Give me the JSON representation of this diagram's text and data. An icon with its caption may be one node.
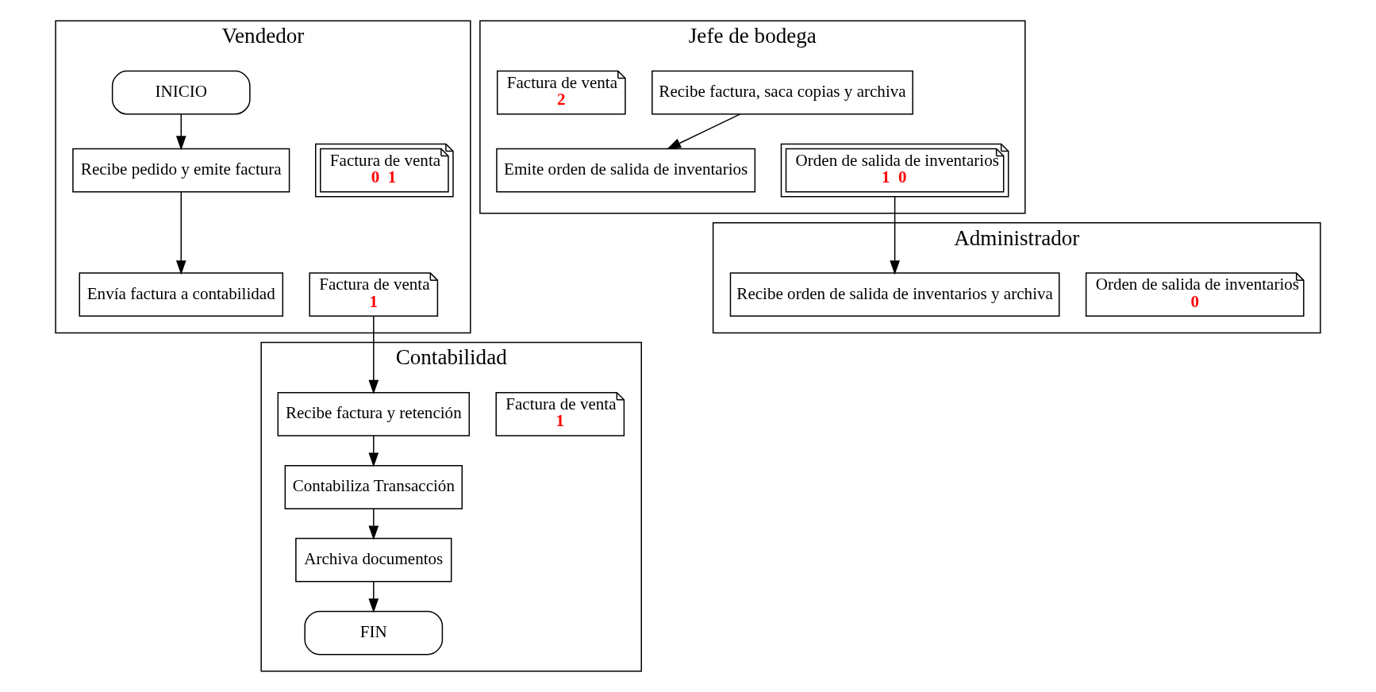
{
  "diagram": {
    "nodes": [
      {
        "text": [
          "Vendedor"
        ]
      },
      {
        "text": [
          "Jefe de bodega"
        ]
      },
      {
        "text": [
          "Administrador"
        ]
      },
      {
        "text": [
          "Contabilidad"
        ]
      },
      {
        "text": [
          "INICIO"
        ],
        "in": 0
      },
      {
        "text": [
          "Recibe pedido y emite factura"
        ],
        "in": 0
      },
      {
        "text": [
          "Factura de venta",
          "0",
          "1"
        ],
        "in": 0
      },
      {
        "text": [
          "Envía factura a contabilidad"
        ],
        "in": 0
      },
      {
        "text": [
          "Factura de venta",
          "1"
        ],
        "in": 0
      },
      {
        "text": [
          "Recibe factura, saca copias y archiva"
        ],
        "in": 1
      },
      {
        "text": [
          "Factura de venta",
          "2"
        ],
        "in": 1
      },
      {
        "text": [
          "Emite orden de salida de inventarios"
        ],
        "in": 1
      },
      {
        "text": [
          "Orden de salida de inventarios",
          "1",
          "0"
        ],
        "in": 1
      },
      {
        "text": [
          "Recibe orden de salida de inventarios y archiva"
        ],
        "in": 2
      },
      {
        "text": [
          "Orden de salida de inventarios",
          "0"
        ],
        "in": 2
      },
      {
        "text": [
          "Recibe factura y retención"
        ],
        "in": 3
      },
      {
        "text": [
          "Factura de venta",
          "1"
        ],
        "in": 3
      },
      {
        "text": [
          "Contabiliza Transacción"
        ],
        "in": 3
      },
      {
        "text": [
          "Archiva documentos"
        ],
        "in": 3
      },
      {
        "text": [
          "FIN"
        ],
        "in": 3
      }
    ],
    "edges": [
      {
        "from": 4,
        "to": 5,
        "arrow": "to"
      },
      {
        "from": 5,
        "to": 7,
        "arrow": "to"
      },
      {
        "from": 8,
        "to": 15,
        "arrow": "to"
      },
      {
        "from": 9,
        "to": 11,
        "arrow": "to"
      },
      {
        "from": 12,
        "to": 13,
        "arrow": "to"
      },
      {
        "from": 15,
        "to": 17,
        "arrow": "to"
      },
      {
        "from": 17,
        "to": 18,
        "arrow": "to"
      },
      {
        "from": 18,
        "to": 19,
        "arrow": "to"
      }
    ]
  }
}
